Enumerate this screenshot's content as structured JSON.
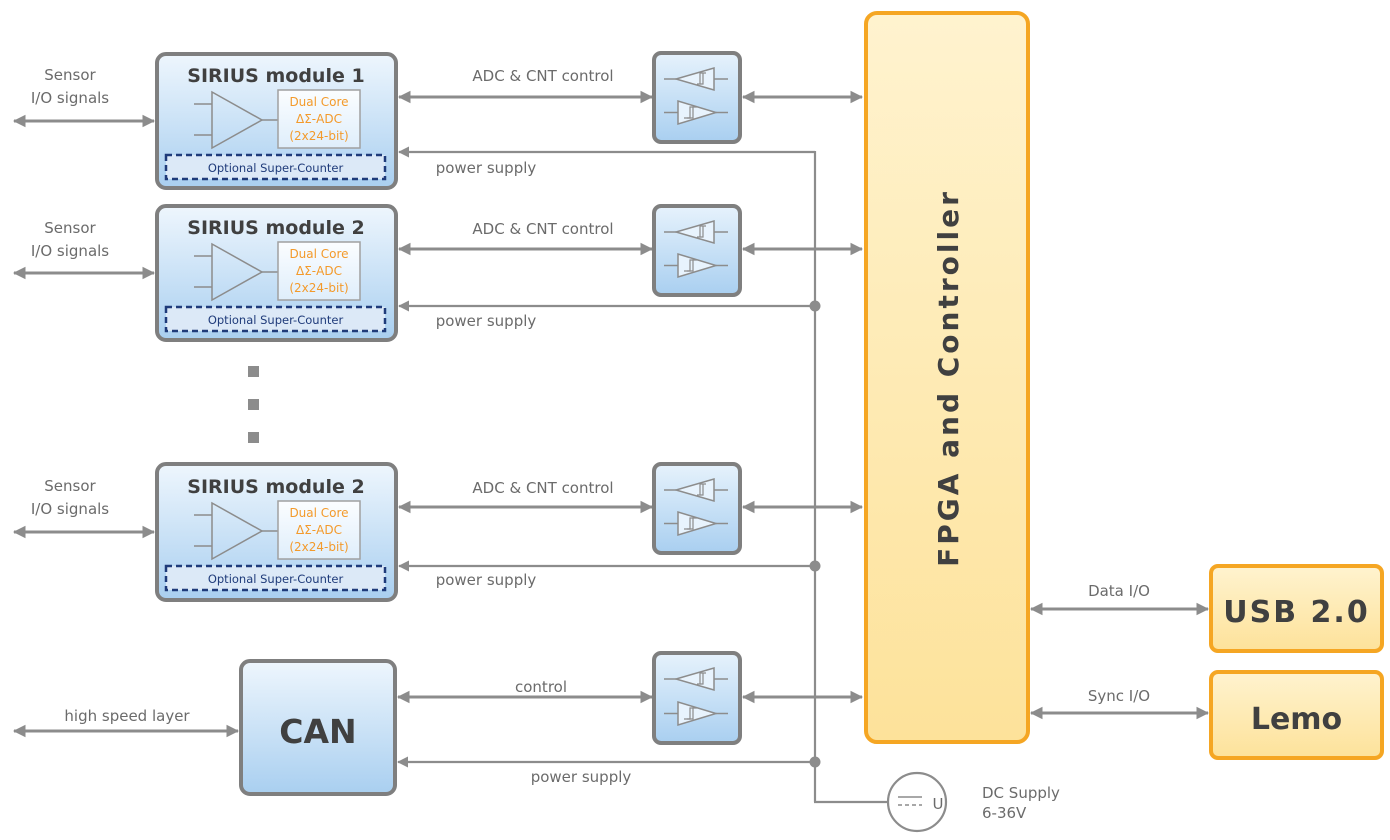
{
  "colors": {
    "module_fill_top": "#eef6fd",
    "module_fill_bottom": "#a9cff0",
    "module_border": "#7f7f7f",
    "fpga_fill": "#fde8a8",
    "fpga_border": "#f5a623",
    "adc_text": "#f39a2b",
    "counter_border": "#1f3b7a",
    "connector_gray": "#8c8c8c"
  },
  "modules": [
    {
      "title": "SIRIUS module 1",
      "adc_lines": [
        "Dual Core",
        "ΔΣ-ADC",
        "(2x24-bit)"
      ],
      "counter": "Optional Super-Counter",
      "sensor_lines": [
        "Sensor",
        "I/O signals"
      ],
      "control_label": "ADC & CNT control",
      "power_label": "power supply"
    },
    {
      "title": "SIRIUS module 2",
      "adc_lines": [
        "Dual Core",
        "ΔΣ-ADC",
        "(2x24-bit)"
      ],
      "counter": "Optional Super-Counter",
      "sensor_lines": [
        "Sensor",
        "I/O signals"
      ],
      "control_label": "ADC & CNT control",
      "power_label": "power supply"
    },
    {
      "title": "SIRIUS module 2",
      "adc_lines": [
        "Dual Core",
        "ΔΣ-ADC",
        "(2x24-bit)"
      ],
      "counter": "Optional Super-Counter",
      "sensor_lines": [
        "Sensor",
        "I/O signals"
      ],
      "control_label": "ADC & CNT control",
      "power_label": "power supply"
    }
  ],
  "can": {
    "title": "CAN",
    "left_label": "high speed layer",
    "control_label": "control",
    "power_label": "power supply"
  },
  "fpga": {
    "title": "FPGA and Controller"
  },
  "usb": {
    "title": "USB 2.0",
    "link_label": "Data I/O"
  },
  "lemo": {
    "title": "Lemo",
    "link_label": "Sync I/O"
  },
  "dc_supply": {
    "symbol": "U",
    "lines": [
      "DC Supply",
      "6-36V"
    ]
  }
}
